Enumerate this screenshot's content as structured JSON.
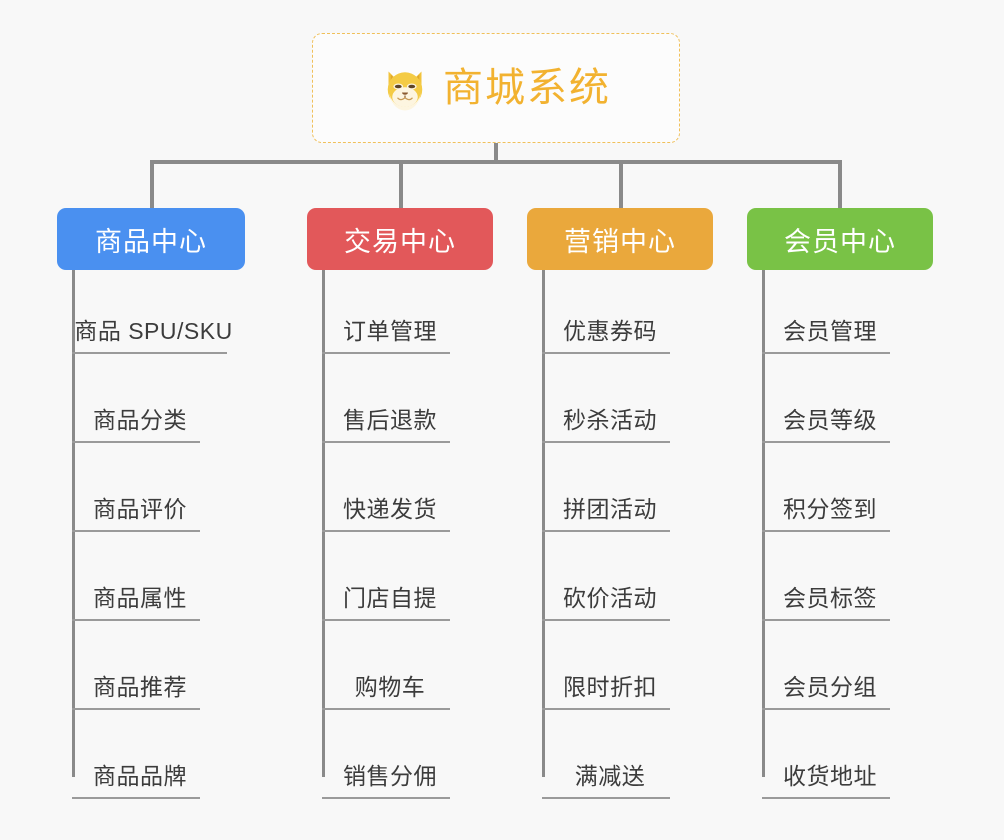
{
  "background_color": "#f8f8f8",
  "root": {
    "title": "商城系统",
    "icon": "shiba-dog-face-icon",
    "text_color": "#f2b230",
    "border_color": "#f0c05a"
  },
  "categories": [
    {
      "label": "商品中心",
      "color": "#4a90f0",
      "items": [
        {
          "label": "商品 SPU/SKU"
        },
        {
          "label": "商品分类"
        },
        {
          "label": "商品评价"
        },
        {
          "label": "商品属性"
        },
        {
          "label": "商品推荐"
        },
        {
          "label": "商品品牌"
        }
      ]
    },
    {
      "label": "交易中心",
      "color": "#e2585a",
      "items": [
        {
          "label": "订单管理"
        },
        {
          "label": "售后退款"
        },
        {
          "label": "快递发货"
        },
        {
          "label": "门店自提"
        },
        {
          "label": "购物车"
        },
        {
          "label": "销售分佣"
        }
      ]
    },
    {
      "label": "营销中心",
      "color": "#eaa83c",
      "items": [
        {
          "label": "优惠券码"
        },
        {
          "label": "秒杀活动"
        },
        {
          "label": "拼团活动"
        },
        {
          "label": "砍价活动"
        },
        {
          "label": "限时折扣"
        },
        {
          "label": "满减送"
        }
      ]
    },
    {
      "label": "会员中心",
      "color": "#79c246",
      "items": [
        {
          "label": "会员管理"
        },
        {
          "label": "会员等级"
        },
        {
          "label": "积分签到"
        },
        {
          "label": "会员标签"
        },
        {
          "label": "会员分组"
        },
        {
          "label": "收货地址"
        }
      ]
    }
  ]
}
